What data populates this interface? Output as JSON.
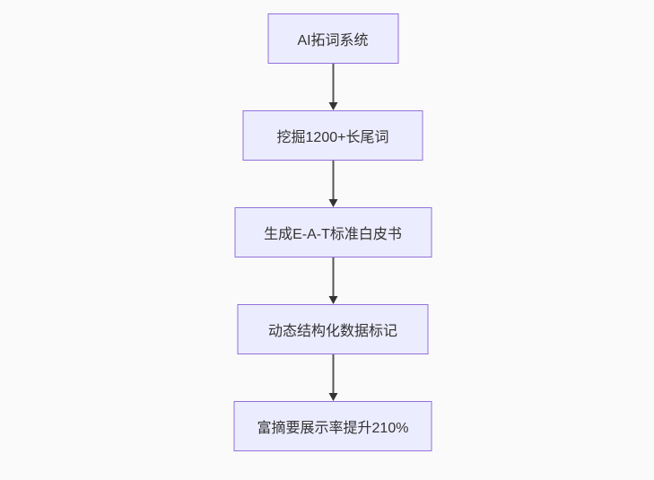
{
  "flowchart": {
    "type": "vertical-flow",
    "nodes": [
      {
        "id": "node-1",
        "label": "AI拓词系统"
      },
      {
        "id": "node-2",
        "label": "挖掘1200+长尾词"
      },
      {
        "id": "node-3",
        "label": "生成E-A-T标准白皮书"
      },
      {
        "id": "node-4",
        "label": "动态结构化数据标记"
      },
      {
        "id": "node-5",
        "label": "富摘要展示率提升210%"
      }
    ],
    "edges": [
      {
        "from": "node-1",
        "to": "node-2"
      },
      {
        "from": "node-2",
        "to": "node-3"
      },
      {
        "from": "node-3",
        "to": "node-4"
      },
      {
        "from": "node-4",
        "to": "node-5"
      }
    ],
    "colors": {
      "node_fill": "#ECECFF",
      "node_border": "#9370DB",
      "arrow": "#333333",
      "text": "#333333",
      "background": "#fafafa"
    }
  }
}
